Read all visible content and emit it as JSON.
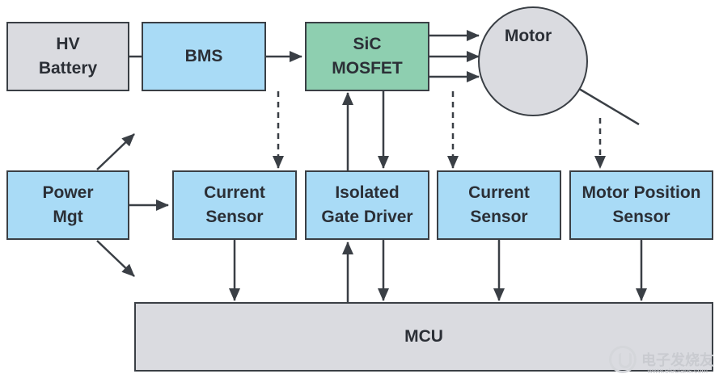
{
  "blocks": {
    "hv_battery": "HV\nBattery",
    "bms": "BMS",
    "sic_mosfet": "SiC\nMOSFET",
    "motor": "Motor",
    "power_mgt": "Power\nMgt",
    "current_sensor_1": "Current\nSensor",
    "isolated_gate_driver": "Isolated\nGate Driver",
    "current_sensor_2": "Current\nSensor",
    "motor_position_sensor": "Motor Position\nSensor",
    "mcu": "MCU"
  },
  "colors": {
    "blue_block": "#a9dbf6",
    "grey_block": "#dadbe0",
    "green_block": "#8ecfb0",
    "line": "#3a3f45"
  },
  "watermark": {
    "text": "电子发烧友",
    "url": "www.elecfans.com"
  }
}
